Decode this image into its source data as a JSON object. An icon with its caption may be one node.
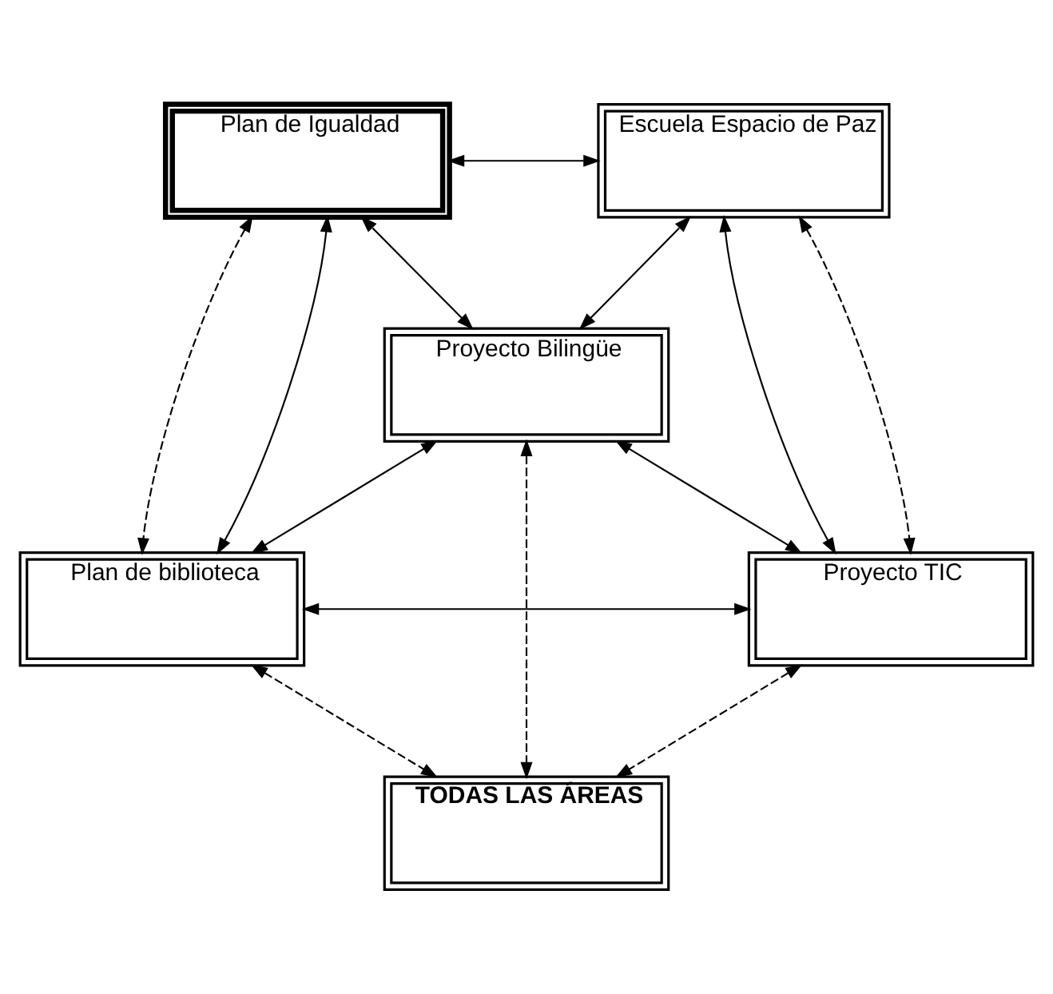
{
  "diagram": {
    "nodes": [
      {
        "text": [
          "Plan de Igualdad"
        ]
      },
      {
        "text": [
          "Escuela Espacio de Paz"
        ]
      },
      {
        "text": [
          "Proyecto Bilingüe"
        ]
      },
      {
        "text": [
          "Plan de biblioteca"
        ]
      },
      {
        "text": [
          "Proyecto TIC"
        ]
      },
      {
        "text": [
          "TODAS LAS ÁREAS"
        ]
      }
    ],
    "edges": [
      {
        "from": 0,
        "to": 1,
        "arrow": "both"
      },
      {
        "from": 0,
        "to": 2,
        "arrow": "both"
      },
      {
        "from": 1,
        "to": 2,
        "arrow": "both"
      },
      {
        "from": 0,
        "to": 3,
        "arrow": "both",
        "style": "dashed"
      },
      {
        "from": 0,
        "to": 3,
        "arrow": "both"
      },
      {
        "from": 1,
        "to": 4,
        "arrow": "both"
      },
      {
        "from": 1,
        "to": 4,
        "arrow": "both",
        "style": "dashed"
      },
      {
        "from": 2,
        "to": 3,
        "arrow": "both"
      },
      {
        "from": 2,
        "to": 4,
        "arrow": "both"
      },
      {
        "from": 3,
        "to": 4,
        "arrow": "both"
      },
      {
        "from": 2,
        "to": 5,
        "arrow": "both",
        "style": "dashed"
      },
      {
        "from": 3,
        "to": 5,
        "arrow": "both",
        "style": "dashed"
      },
      {
        "from": 4,
        "to": 5,
        "arrow": "both",
        "style": "dashed"
      }
    ]
  }
}
